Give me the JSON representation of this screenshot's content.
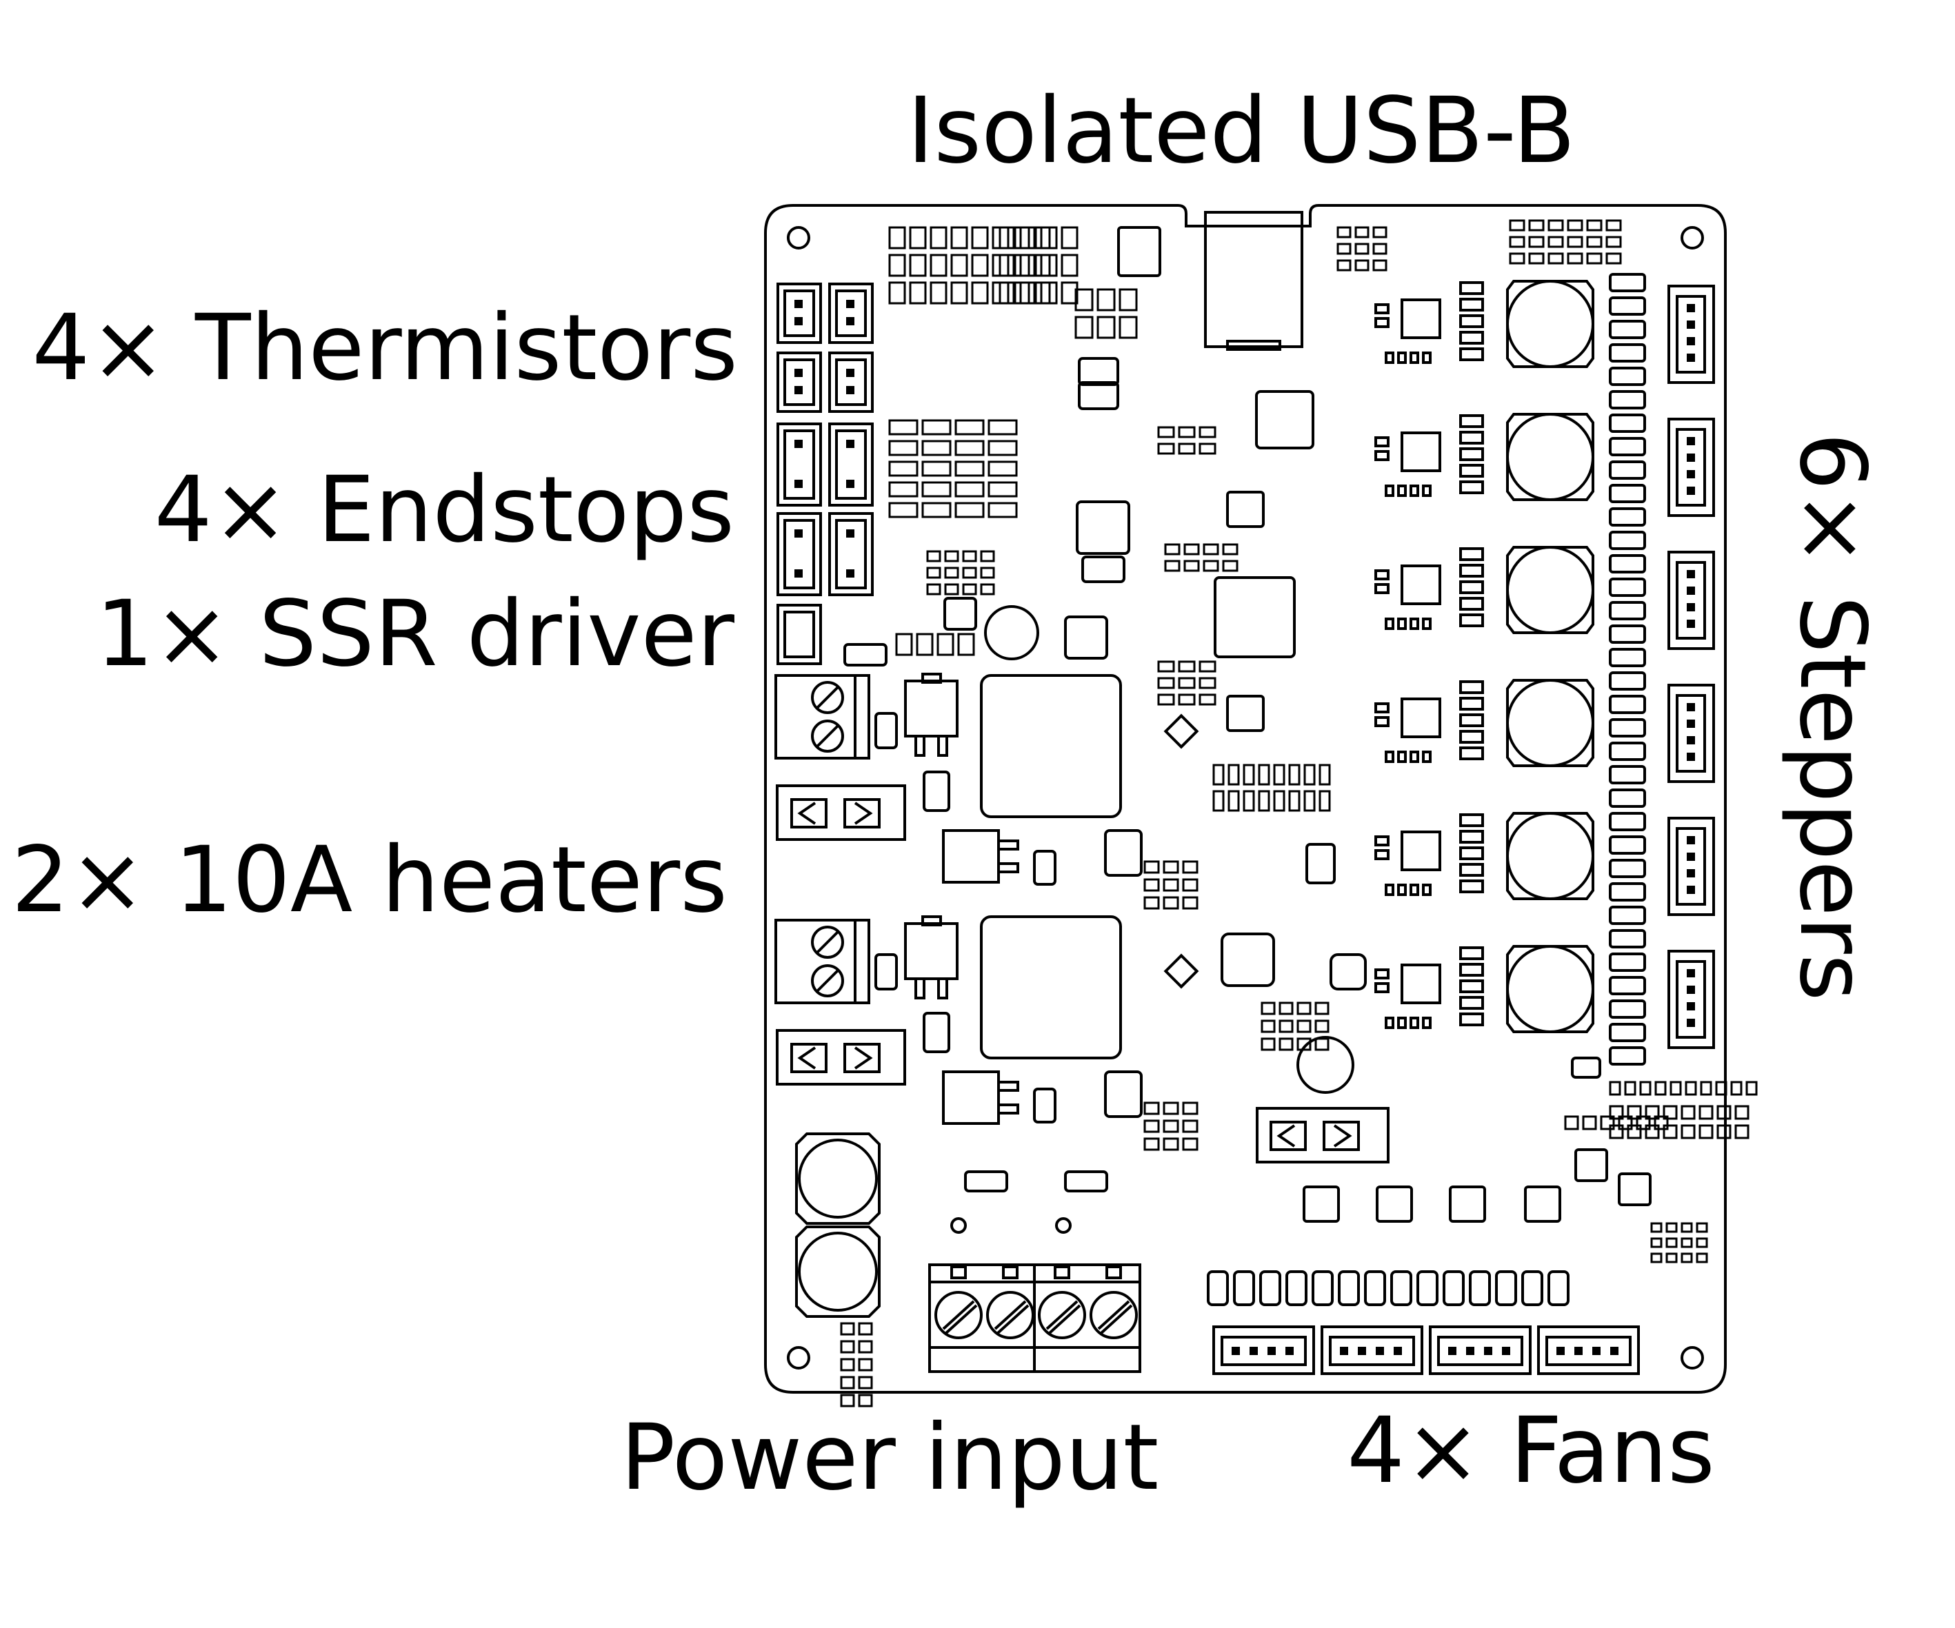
{
  "labels": {
    "usb": "Isolated USB-B",
    "thermistors": "4× Thermistors",
    "endstops": "4× Endstops",
    "ssr": "1× SSR driver",
    "heaters": "2× 10A heaters",
    "steppers": "6× Steppers",
    "power": "Power input",
    "fans": "4× Fans"
  },
  "colors": {
    "ink": "#000000",
    "board": "#ffffff"
  }
}
